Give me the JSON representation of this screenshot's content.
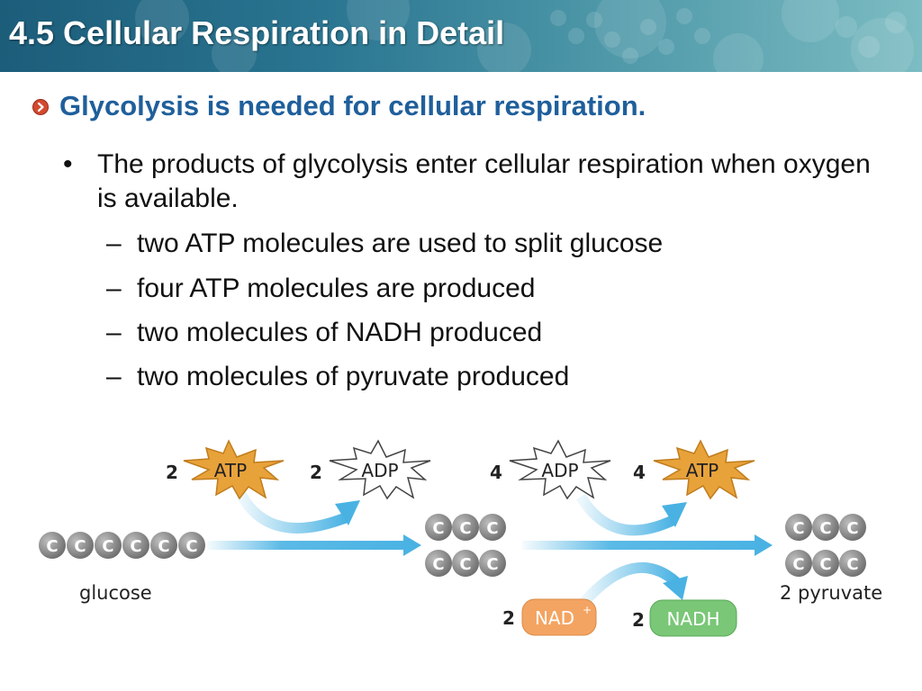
{
  "slide": {
    "title": "4.5 Cellular Respiration in Detail",
    "heading": "Glycolysis is needed for cellular respiration.",
    "bullet": "The products of glycolysis enter cellular respiration when oxygen is available.",
    "bullet_glyph": "•",
    "dash_glyph": "–",
    "sub_bullets": [
      "two ATP molecules are used to split glucose",
      "four ATP molecules are produced",
      "two molecules of NADH produced",
      "two molecules of pyruvate produced"
    ]
  },
  "diagram": {
    "carbon_letter": "C",
    "atp_in_count": "2",
    "atp_label": "ATP",
    "adp_out_count": "2",
    "adp_label": "ADP",
    "adp_in_count": "4",
    "atp_out_count": "4",
    "nad_count": "2",
    "nad_label": "NAD",
    "nad_charge": "+",
    "nadh_count": "2",
    "nadh_label": "NADH",
    "glucose_label": "glucose",
    "pyruvate_label": "2 pyruvate",
    "colors": {
      "arrow": "#49b2e3",
      "atp": "#e8a23a",
      "nad": "#f4a462",
      "nadh": "#79c777",
      "carbon": "#8c8c8c",
      "heading": "#1f5f9b"
    }
  }
}
